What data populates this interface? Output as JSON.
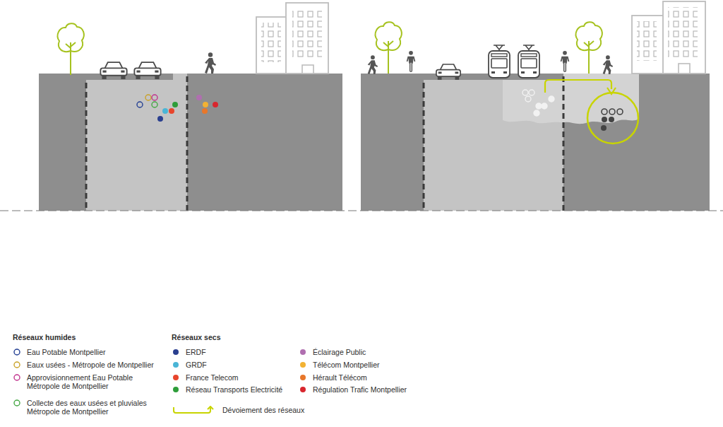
{
  "diagram": {
    "labels": [
      "Réseaux humides",
      "Réseaux secs"
    ],
    "legend": [
      {
        "text": "Eau Potable Montpellier",
        "color": "#233f93"
      },
      {
        "text": "Eaux usées - Métropole de Montpellier",
        "color": "#c9a227"
      },
      {
        "text": "Approvisionnement Eau Potable Métropole de Montpellier",
        "color": "#c2338e"
      },
      {
        "text": "Collecte des eaux usées et pluviales Métropole de Montpellier",
        "color": "#45a844"
      },
      {
        "text": "ERDF",
        "color": "#2a3f8f"
      },
      {
        "text": "GRDF",
        "color": "#4ab5d6"
      },
      {
        "text": "France Telecom",
        "color": "#e8452c"
      },
      {
        "text": "Réseau Transports Electricité",
        "color": "#2e9d3a"
      },
      {
        "text": "Éclairage Public",
        "color": "#b06fb0"
      },
      {
        "text": "Télécom Montpellier",
        "color": "#f2b233"
      },
      {
        "text": "Hérault Télécom",
        "color": "#e8772a"
      },
      {
        "text": "Régulation Trafic Montpellier",
        "color": "#d8262e"
      },
      {
        "text": "Dévoiement des réseaux"
      }
    ]
  }
}
